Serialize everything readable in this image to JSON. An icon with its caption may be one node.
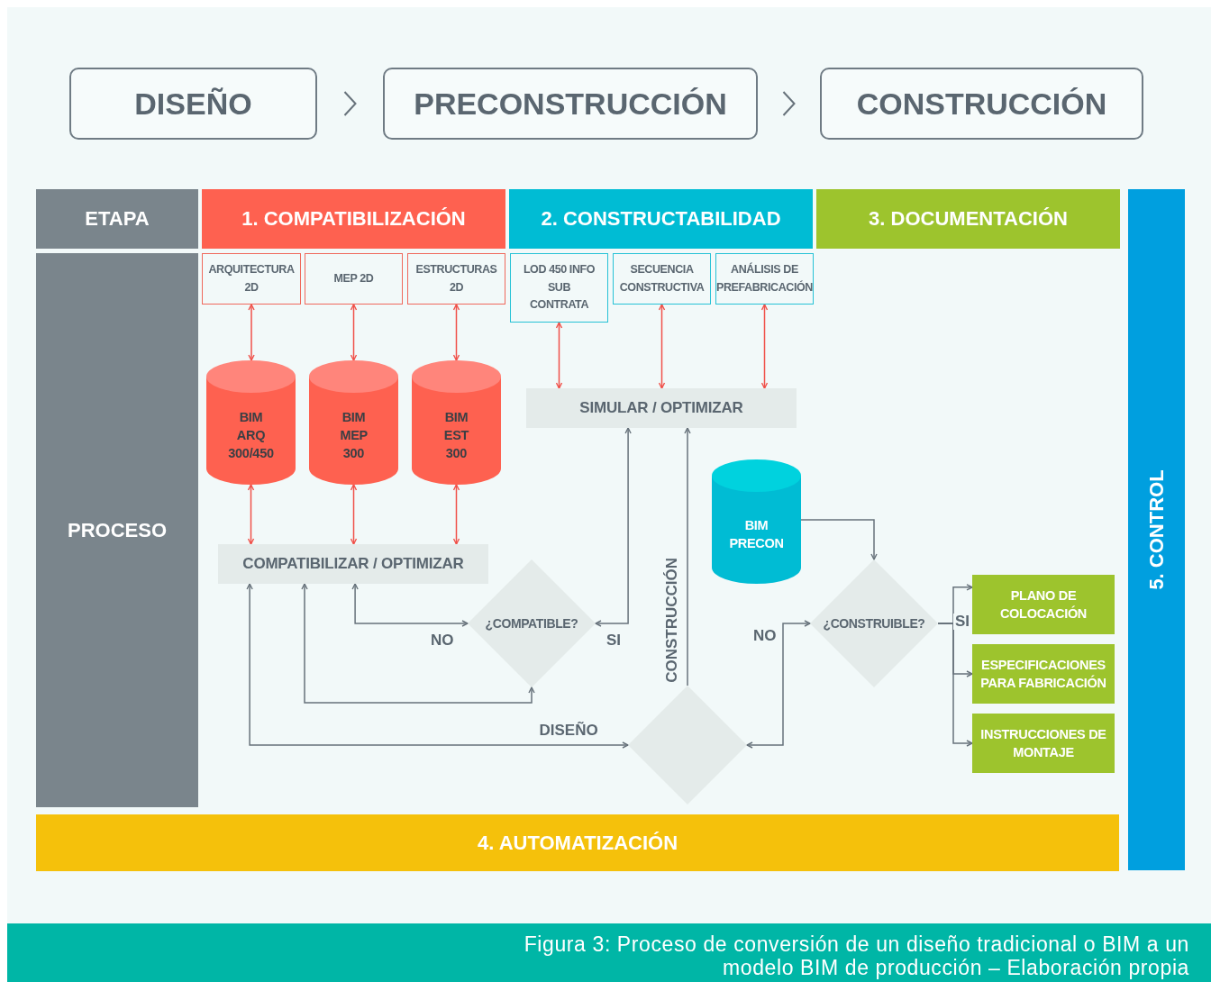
{
  "diagram": {
    "caption": "Figura 3: Proceso de conversión de un diseño tradicional o BIM a un modelo BIM de producción – Elaboración propia",
    "nodes": [
      {
        "text": [
          "DISEÑO"
        ]
      },
      {
        "text": [
          "PRECONSTRUCCIÓN"
        ]
      },
      {
        "text": [
          "CONSTRUCCIÓN"
        ]
      },
      {
        "text": [
          "ETAPA"
        ]
      },
      {
        "text": [
          "1. COMPATIBILIZACIÓN"
        ]
      },
      {
        "text": [
          "2. CONSTRUCTABILIDAD"
        ]
      },
      {
        "text": [
          "3. DOCUMENTACIÓN"
        ]
      },
      {
        "text": [
          "5. CONTROL"
        ]
      },
      {
        "text": [
          "PROCESO"
        ]
      },
      {
        "text": [
          "ARQUITECTURA 2D"
        ]
      },
      {
        "text": [
          "MEP 2D"
        ]
      },
      {
        "text": [
          "ESTRUCTURAS 2D"
        ]
      },
      {
        "text": [
          "LOD 450 INFO SUB CONTRATA"
        ]
      },
      {
        "text": [
          "SECUENCIA CONSTRUCTIVA"
        ]
      },
      {
        "text": [
          "ANÁLISIS DE PREFABRICACIÓN"
        ]
      },
      {
        "text": [
          "BIM ARQ 300/450"
        ]
      },
      {
        "text": [
          "BIM MEP 300"
        ]
      },
      {
        "text": [
          "BIM EST 300"
        ]
      },
      {
        "text": [
          "SIMULAR / OPTIMIZAR"
        ]
      },
      {
        "text": [
          "BIM PRECON"
        ]
      },
      {
        "text": [
          "COMPATIBILIZAR / OPTIMIZAR"
        ]
      },
      {
        "text": [
          "¿COMPATIBLE?"
        ]
      },
      {
        "text": [
          "¿CONSTRUIBLE?"
        ]
      },
      {
        "text": [
          "PLANO DE COLOCACIÓN"
        ]
      },
      {
        "text": [
          "ESPECIFICACIONES PARA FABRICACIÓN"
        ]
      },
      {
        "text": [
          "INSTRUCCIONES DE MONTAJE"
        ]
      },
      {
        "text": [],
        "shape": "diamond"
      },
      {
        "text": [
          "4. AUTOMATIZACIÓN"
        ]
      }
    ],
    "edges": [
      {
        "from": 0,
        "to": 1,
        "arrow": "to"
      },
      {
        "from": 1,
        "to": 2,
        "arrow": "to"
      },
      {
        "from": 9,
        "to": 15,
        "arrow": "both",
        "color": "#f0514a"
      },
      {
        "from": 10,
        "to": 16,
        "arrow": "both",
        "color": "#f0514a"
      },
      {
        "from": 11,
        "to": 17,
        "arrow": "both",
        "color": "#f0514a"
      },
      {
        "from": 15,
        "to": 20,
        "arrow": "both",
        "color": "#f0514a"
      },
      {
        "from": 16,
        "to": 20,
        "arrow": "both",
        "color": "#f0514a"
      },
      {
        "from": 17,
        "to": 20,
        "arrow": "both",
        "color": "#f0514a"
      },
      {
        "from": 12,
        "to": 18,
        "arrow": "both",
        "color": "#f0514a"
      },
      {
        "from": 13,
        "to": 18,
        "arrow": "both",
        "color": "#f0514a"
      },
      {
        "from": 14,
        "to": 18,
        "arrow": "both",
        "color": "#f0514a"
      },
      {
        "from": 20,
        "to": 21,
        "arrow": "both",
        "label": "NO"
      },
      {
        "from": 20,
        "to": 21,
        "arrow": "both"
      },
      {
        "from": 20,
        "to": 26,
        "arrow": "both",
        "label": "DISEÑO"
      },
      {
        "from": 18,
        "to": 21,
        "arrow": "both",
        "label": "SI"
      },
      {
        "from": 26,
        "to": 18,
        "arrow": "to",
        "label": "CONSTRUCCIÓN"
      },
      {
        "from": 19,
        "to": 22,
        "arrow": "to"
      },
      {
        "from": 22,
        "to": 26,
        "arrow": "both",
        "label": "NO"
      },
      {
        "from": 22,
        "to": 23,
        "arrow": "to",
        "label": "SI"
      },
      {
        "from": 22,
        "to": 24,
        "arrow": "to"
      },
      {
        "from": 22,
        "to": 25,
        "arrow": "to"
      }
    ]
  }
}
